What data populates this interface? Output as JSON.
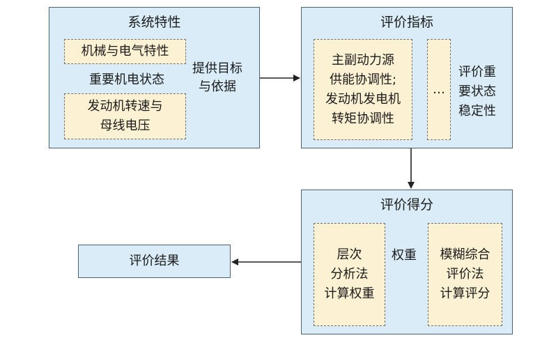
{
  "system": {
    "title": "系统特性",
    "mech_elec": "机械与电气特性",
    "key_state": "重要机电状态",
    "engine_speed": "发动机转速与\n母线电压",
    "provide_label": "提供目标\n与依据"
  },
  "index": {
    "title": "评价指标",
    "power_coord": "主副动力源\n供能协调性;\n发动机发电机\n转矩协调性",
    "ellipsis": "…",
    "stability": "评价重\n要状态\n稳定性"
  },
  "score": {
    "title": "评价得分",
    "ahp": "层次\n分析法\n计算权重",
    "weight_label": "权重",
    "fuzzy": "模糊综合\n评价法\n计算评分"
  },
  "result": {
    "title": "评价结果"
  }
}
